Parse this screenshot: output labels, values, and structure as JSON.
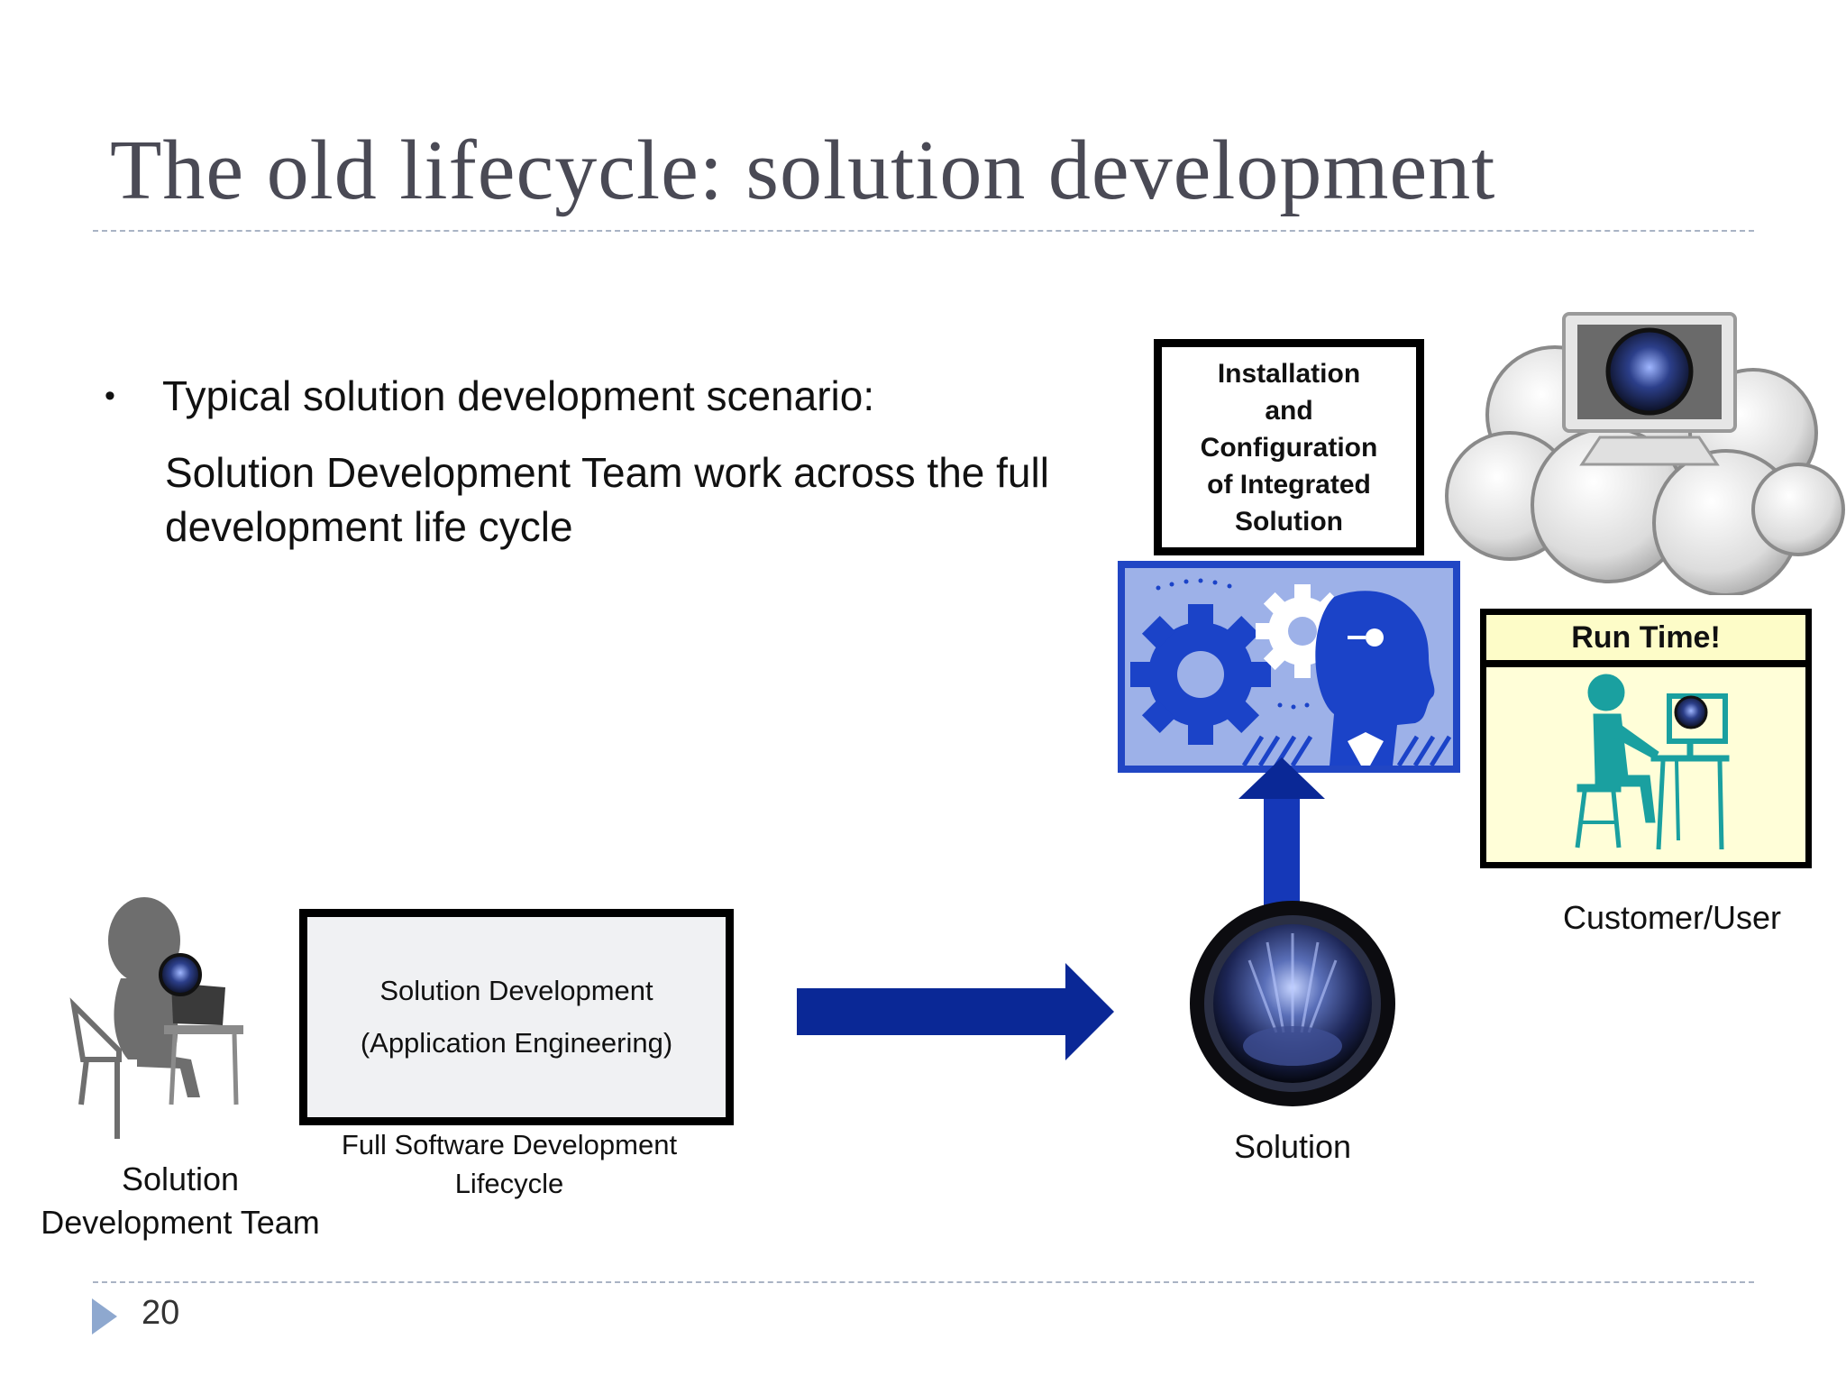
{
  "slide": {
    "title": "The old lifecycle: solution development",
    "bullet": "Typical solution development scenario:",
    "body": "Solution Development Team work across the full development life cycle",
    "page_number": "20"
  },
  "diagram": {
    "install_box": "Installation and Configuration of Integrated Solution",
    "dev_box_line1": "Solution Development",
    "dev_box_line2": "(Application Engineering)",
    "dev_box_caption": "Full Software Development Lifecycle",
    "team_label": "Solution Development Team",
    "solution_label": "Solution",
    "runtime_label": "Run Time!",
    "customer_label": "Customer/User"
  },
  "colors": {
    "arrow_blue": "#0a2896",
    "gear_panel": "#2146c4",
    "runtime_header": "#fdfcc8",
    "teal_figure": "#1aa0a0"
  }
}
